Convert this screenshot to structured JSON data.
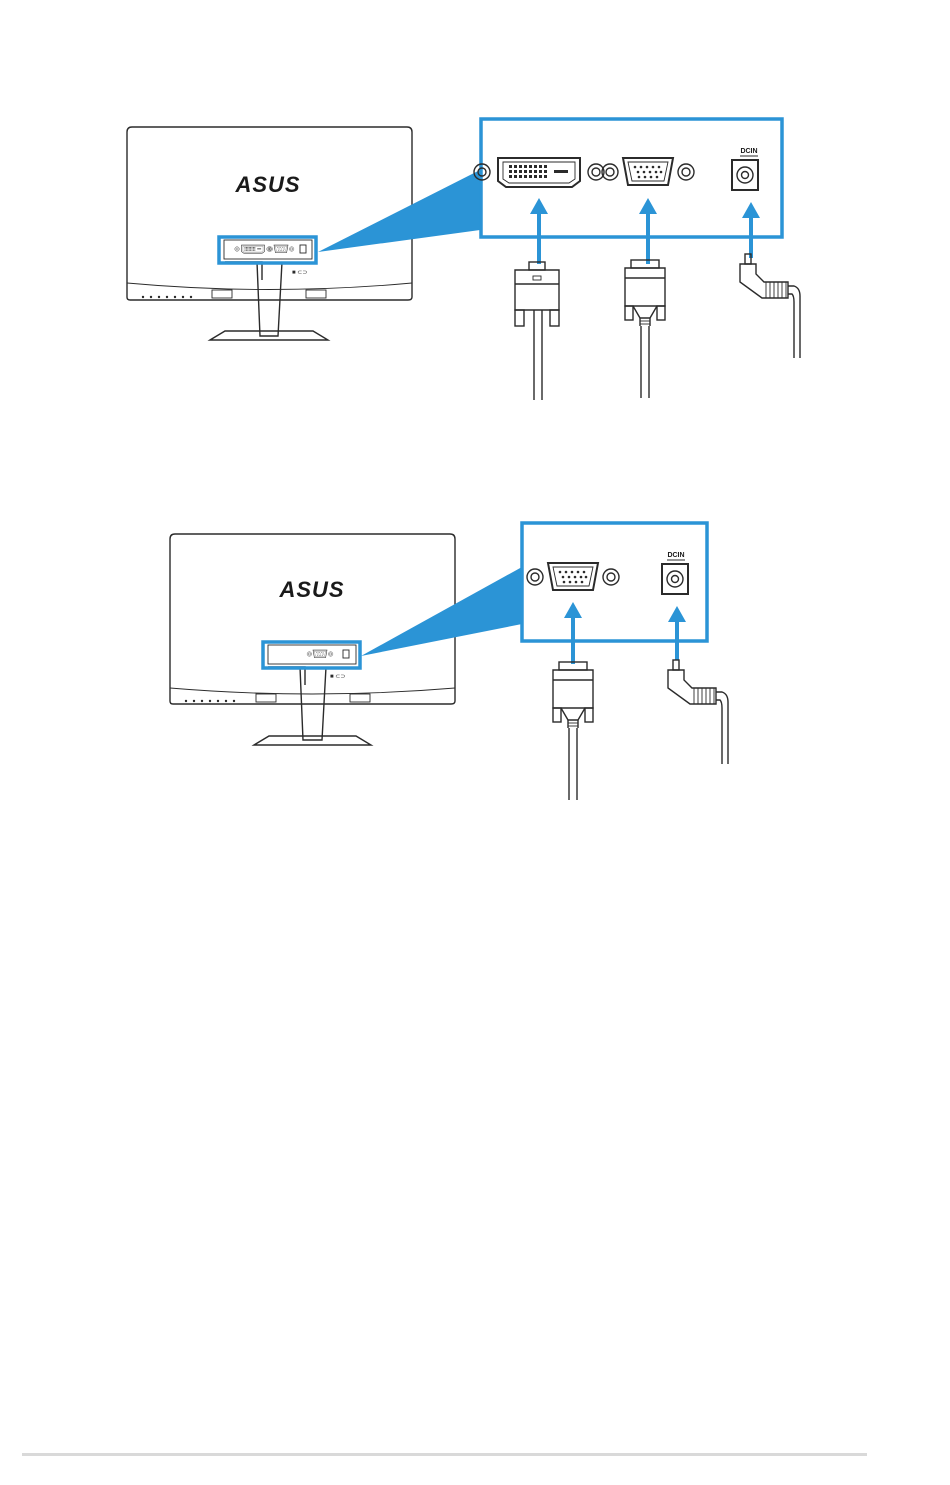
{
  "diagram_1": {
    "monitor_logo": "ASUS",
    "power_port_label": "DCIN",
    "ports": [
      "DVI",
      "VGA",
      "DC-IN"
    ]
  },
  "diagram_2": {
    "monitor_logo": "ASUS",
    "power_port_label": "DCIN",
    "ports": [
      "VGA",
      "DC-IN"
    ]
  },
  "colors": {
    "highlight": "#2b94d6",
    "line": "#2b2b2b",
    "footer_rule": "#d9d9d9"
  }
}
